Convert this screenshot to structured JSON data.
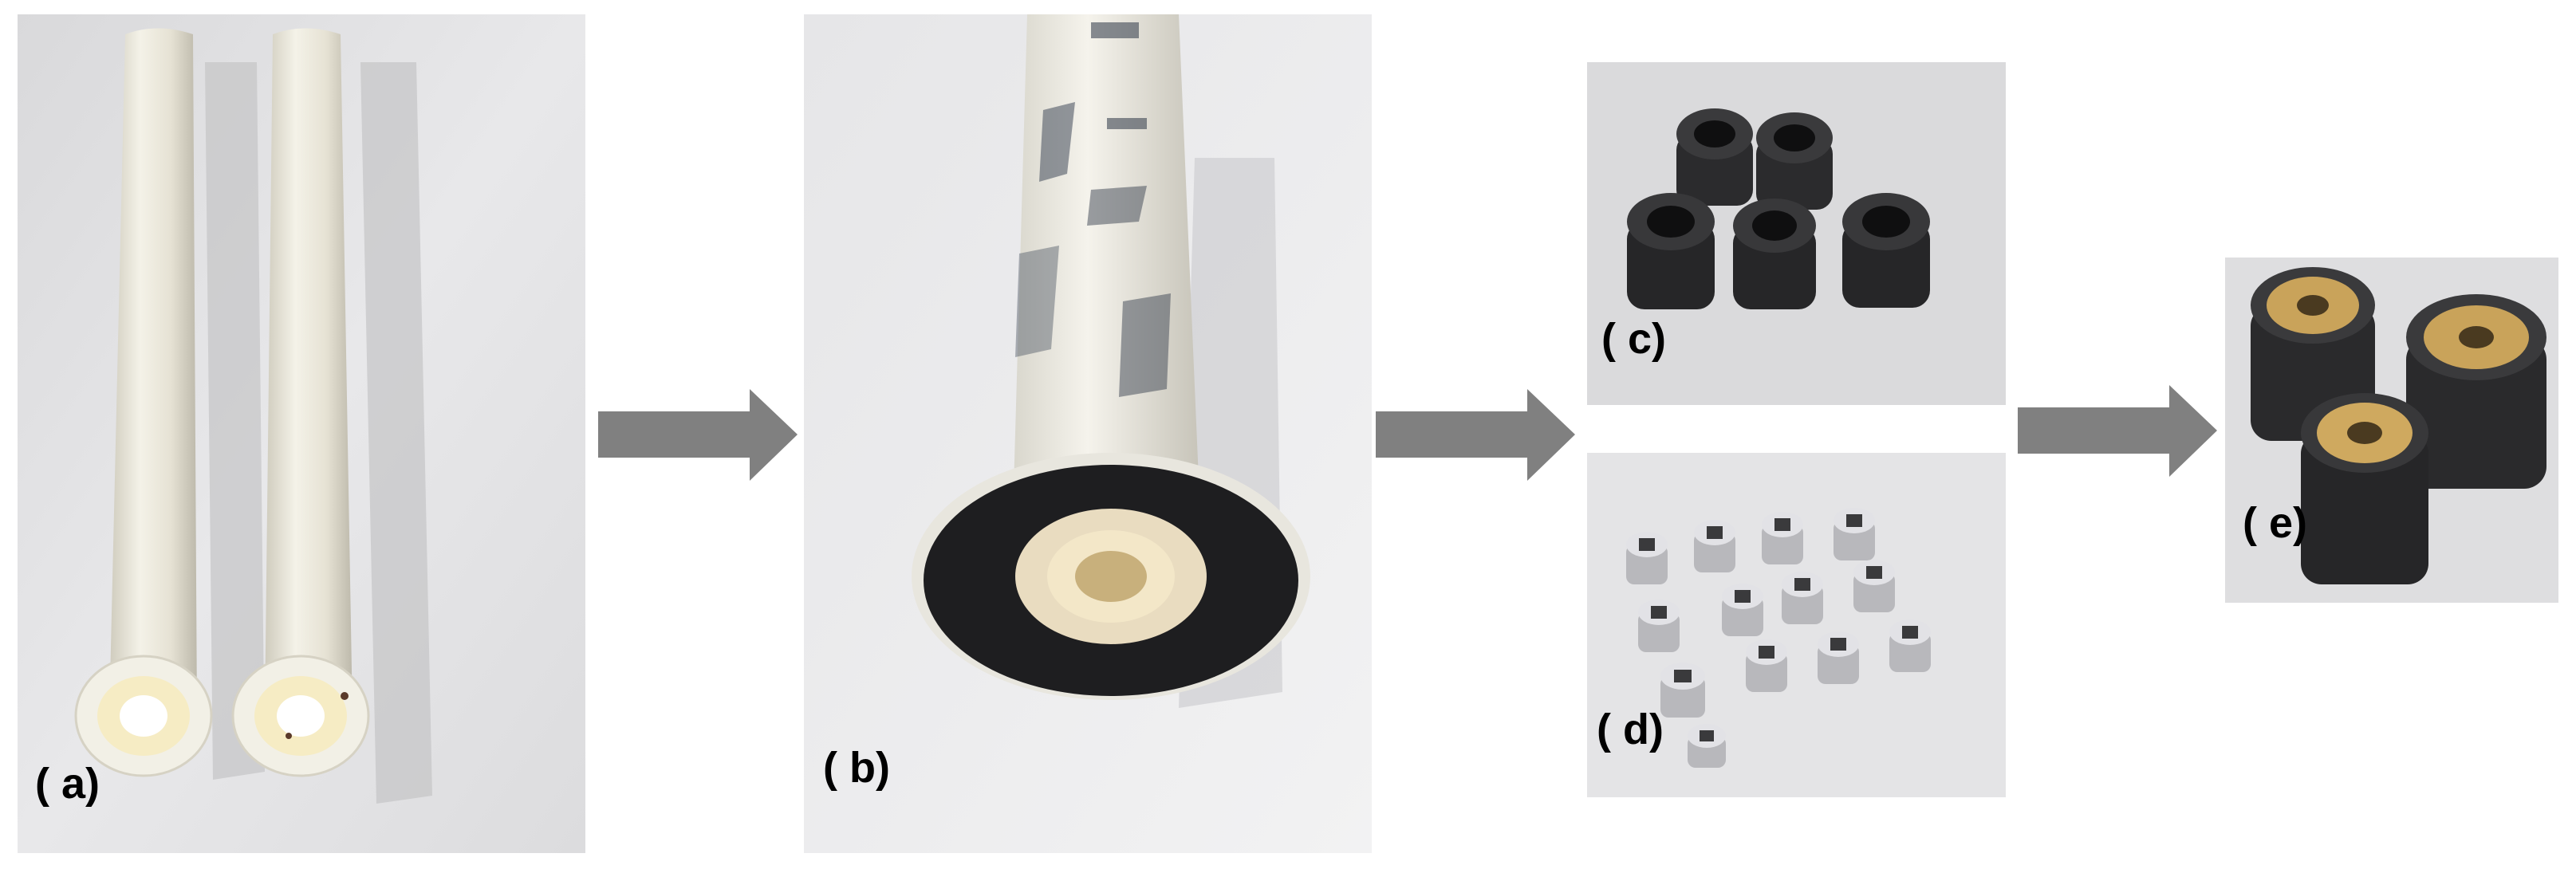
{
  "figure": {
    "panels": [
      {
        "id": "a",
        "label": "( a)",
        "subject": "two white ceramic tubes"
      },
      {
        "id": "b",
        "label": "( b)",
        "subject": "white tube with black coated end"
      },
      {
        "id": "c",
        "label": "( c)",
        "subject": "five black cylindrical rings"
      },
      {
        "id": "d",
        "label": "( d)",
        "subject": "thirteen small metal nuts"
      },
      {
        "id": "e",
        "label": "( e)",
        "subject": "three black cylinders with brass threaded inserts"
      }
    ],
    "colors": {
      "arrow": "#808080",
      "ceramic": "#ebe8dc",
      "black_part": "#2a2a2c",
      "metal": "#c9c9cc",
      "brass": "#c9a35a",
      "background_photo": "#e4e4e6"
    },
    "icons": [
      "arrow-right-icon"
    ]
  }
}
